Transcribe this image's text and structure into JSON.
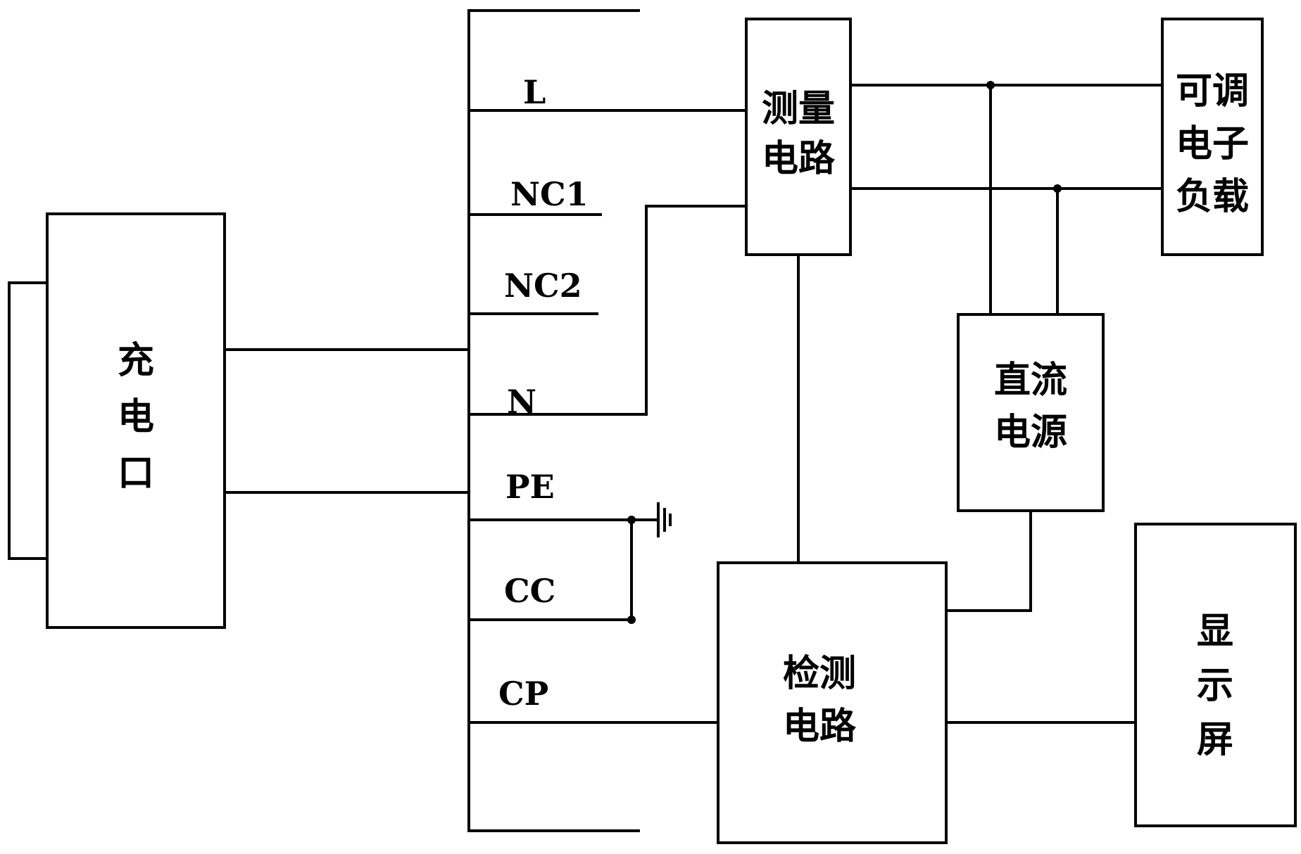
{
  "blocks": {
    "charging_port": [
      "充",
      "电",
      "口"
    ],
    "measurement_circuit": [
      "测量",
      "电路"
    ],
    "adjustable_load": [
      "可调",
      "电子",
      "负载"
    ],
    "dc_power_supply": [
      "直流",
      "电源"
    ],
    "detection_circuit": [
      "检测",
      "电路"
    ],
    "display_screen": [
      "显",
      "示",
      "屏"
    ]
  },
  "terminals": {
    "L": "L",
    "NC1": "NC1",
    "NC2": "NC2",
    "N": "N",
    "PE": "PE",
    "CC": "CC",
    "CP": "CP"
  },
  "icons": {
    "ground": "ground-icon"
  }
}
